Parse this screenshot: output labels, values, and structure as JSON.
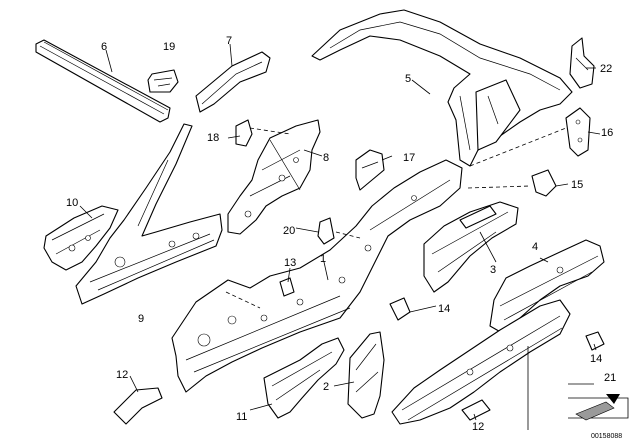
{
  "callouts": {
    "c1": "1",
    "c2": "2",
    "c3": "3",
    "c4": "4",
    "c5": "5",
    "c6": "6",
    "c7": "7",
    "c8": "8",
    "c9": "9",
    "c10": "10",
    "c11": "11",
    "c12a": "12",
    "c12b": "12",
    "c13": "13",
    "c14a": "14",
    "c14b": "14",
    "c15": "15",
    "c16": "16",
    "c17": "17",
    "c18": "18",
    "c19": "19",
    "c20": "20",
    "c21": "21",
    "c22": "22"
  },
  "diagram_code": "00158088",
  "colors": {
    "line": "#000000",
    "background": "#ffffff",
    "gray_fill": "#9a9a9a"
  }
}
